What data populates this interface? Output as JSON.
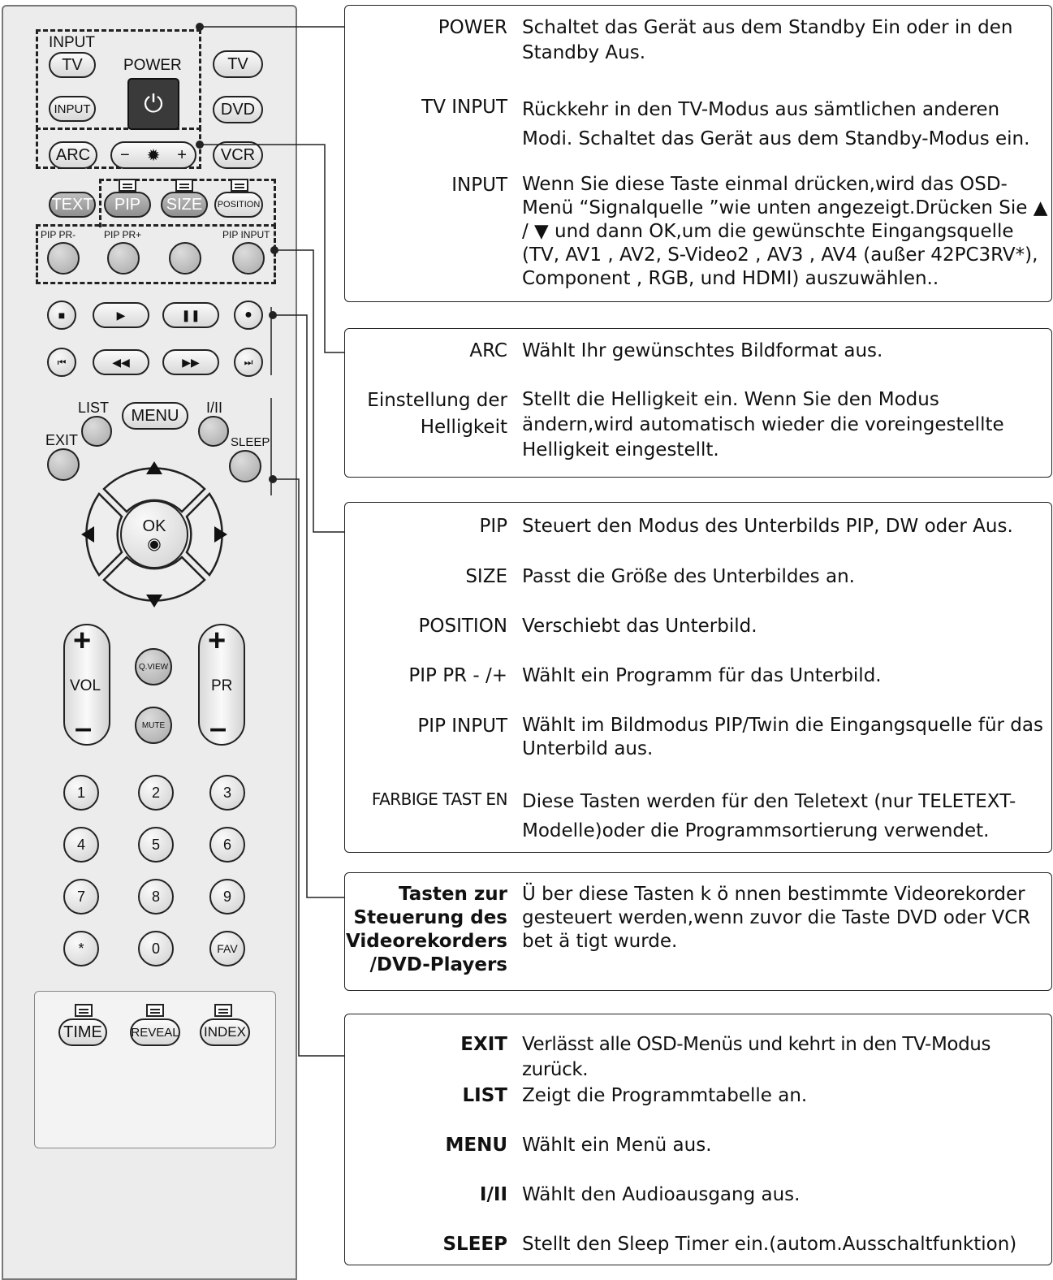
{
  "remote": {
    "input_top_label": "INPUT",
    "tv_left": "TV",
    "power_label": "POWER",
    "tv_right": "TV",
    "input_small": "INPUT",
    "dvd": "DVD",
    "arc": "ARC",
    "brightness_minus": "−",
    "brightness_plus": "+",
    "vcr": "VCR",
    "text": "TEXT",
    "pip": "PIP",
    "size": "SIZE",
    "position": "POSITION",
    "pip_pr_minus": "PIP PR-",
    "pip_pr_plus": "PIP PR+",
    "pip_input": "PIP INPUT",
    "list": "LIST",
    "menu": "MENU",
    "i_ii": "I/II",
    "exit": "EXIT",
    "sleep": "SLEEP",
    "ok": "OK",
    "vol": "VOL",
    "pr": "PR",
    "qview": "Q.VIEW",
    "mute": "MUTE",
    "digits": [
      "1",
      "2",
      "3",
      "4",
      "5",
      "6",
      "7",
      "8",
      "9",
      "*",
      "0",
      "FAV"
    ],
    "time": "TIME",
    "reveal": "REVEAL",
    "index": "INDEX"
  },
  "boxes": [
    {
      "rows": [
        {
          "term": "POWER",
          "desc": "Schaltet das Gerät aus dem Standby Ein oder in den Standby Aus."
        },
        {
          "term": "TV INPUT",
          "desc": "Rückkehr in den TV-Modus aus sämtlichen anderen Modi. Schaltet das Gerät aus dem Standby-Modus ein."
        },
        {
          "term": "INPUT",
          "desc": "Wenn Sie diese Taste einmal drücken,wird das OSD-Menü “Signalquelle ”wie unten angezeigt.Drücken Sie ▲ / ▼ und dann OK,um die gewünschte Eingangsquelle (TV, AV1 , AV2, S-Video2 , AV3 , AV4 (außer 42PC3RV*), Component , RGB, und HDMI) auszuwählen.."
        }
      ]
    },
    {
      "rows": [
        {
          "term": "ARC",
          "desc": "Wählt Ihr gewünschtes Bildformat aus."
        },
        {
          "term": "Einstellung der Helligkeit",
          "desc": "Stellt die Helligkeit ein. Wenn Sie den Modus ändern,wird automatisch wieder die voreingestellte Helligkeit eingestellt."
        }
      ]
    },
    {
      "rows": [
        {
          "term": "PIP",
          "desc": "Steuert den Modus des Unterbilds PIP, DW oder Aus."
        },
        {
          "term": "SIZE",
          "desc": "Passt die Größe des Unterbildes an."
        },
        {
          "term": "POSITION",
          "desc": "Verschiebt das Unterbild."
        },
        {
          "term": "PIP PR - /+",
          "desc": "Wählt ein Programm für das Unterbild."
        },
        {
          "term": "PIP INPUT",
          "desc": "Wählt im Bildmodus PIP/Twin die Eingangsquelle für das Unterbild aus."
        },
        {
          "term": "FARBIGE TAST EN",
          "desc": "Diese Tasten werden für den Teletext (nur TELETEXT-Modelle)oder die Programmsortierung verwendet."
        }
      ]
    },
    {
      "rows": [
        {
          "term": "Tasten zur Steuerung des Videorekorders /DVD-Players",
          "desc": "Ü ber diese Tasten k ö nnen bestimmte Videorekorder gesteuert werden,wenn zuvor die Taste DVD oder VCR bet ä tigt wurde."
        }
      ]
    },
    {
      "rows": [
        {
          "term": "EXIT",
          "desc": "Verlässt alle OSD-Menüs und kehrt in den TV-Modus zurück."
        },
        {
          "term": "LIST",
          "desc": "Zeigt die Programmtabelle an."
        },
        {
          "term": "MENU",
          "desc": "Wählt ein Menü aus."
        },
        {
          "term": "I/II",
          "desc": "Wählt den Audioausgang aus."
        },
        {
          "term": "SLEEP",
          "desc": "Stellt den Sleep Timer ein.(autom.Ausschaltfunktion)"
        }
      ]
    }
  ]
}
